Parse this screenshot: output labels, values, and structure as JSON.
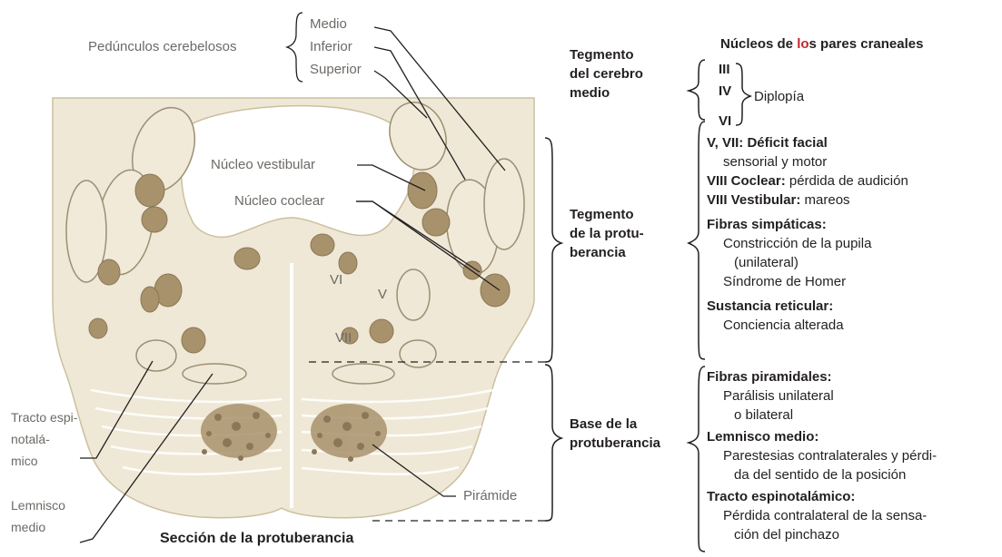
{
  "diagram": {
    "caption": "Sección de la protuberancia",
    "peduncles_label": "Pedúnculos cerebelosos",
    "peduncles": [
      "Medio",
      "Inferior",
      "Superior"
    ],
    "labels": {
      "vestibular": "Núcleo vestibular",
      "coclear": "Núcleo coclear",
      "tracto": [
        "Tracto espi-",
        "notalá-",
        "mico"
      ],
      "lemnisco": [
        "Lemnisco",
        "medio"
      ],
      "piramide": "Pirámide",
      "vi": "VI",
      "v": "V",
      "vii": "VII"
    }
  },
  "regions": {
    "cerebro_medio": [
      "Tegmento",
      "del cerebro",
      "medio"
    ],
    "protuberancia": [
      "Tegmento",
      "de la protu-",
      "berancia"
    ],
    "base": [
      "Base de la",
      "protuberancia"
    ]
  },
  "findings": {
    "title_pre": "Núcleos de ",
    "title_red": "lo",
    "title_post": "s pares craneales",
    "iii": "III",
    "iv": "IV",
    "diplopia": "Diplopía",
    "vi": "VI",
    "v_vii": "V, VII: Déficit facial",
    "v_vii_sub": "sensorial y motor",
    "viii_coclear_b": "VIII Coclear:",
    "viii_coclear_t": " pérdida de audición",
    "viii_vest_b": "VIII Vestibular:",
    "viii_vest_t": " mareos",
    "simpaticas": "Fibras simpáticas:",
    "simp_1": "Constricción de la pupila",
    "simp_2": "(unilateral)",
    "simp_3": "Síndrome de Homer",
    "reticular": "Sustancia reticular:",
    "reticular_1": "Conciencia alterada",
    "piramidales": "Fibras piramidales:",
    "pir_1": "Parálisis unilateral",
    "pir_2": "o bilateral",
    "lemnisco": "Lemnisco medio:",
    "lem_1": "Parestesias contralaterales y pérdi-",
    "lem_2": "da del sentido de la posición",
    "espino": "Tracto espinotalámico:",
    "esp_1": "Pérdida contralateral de la sensa-",
    "esp_2": "ción del pinchazo"
  }
}
